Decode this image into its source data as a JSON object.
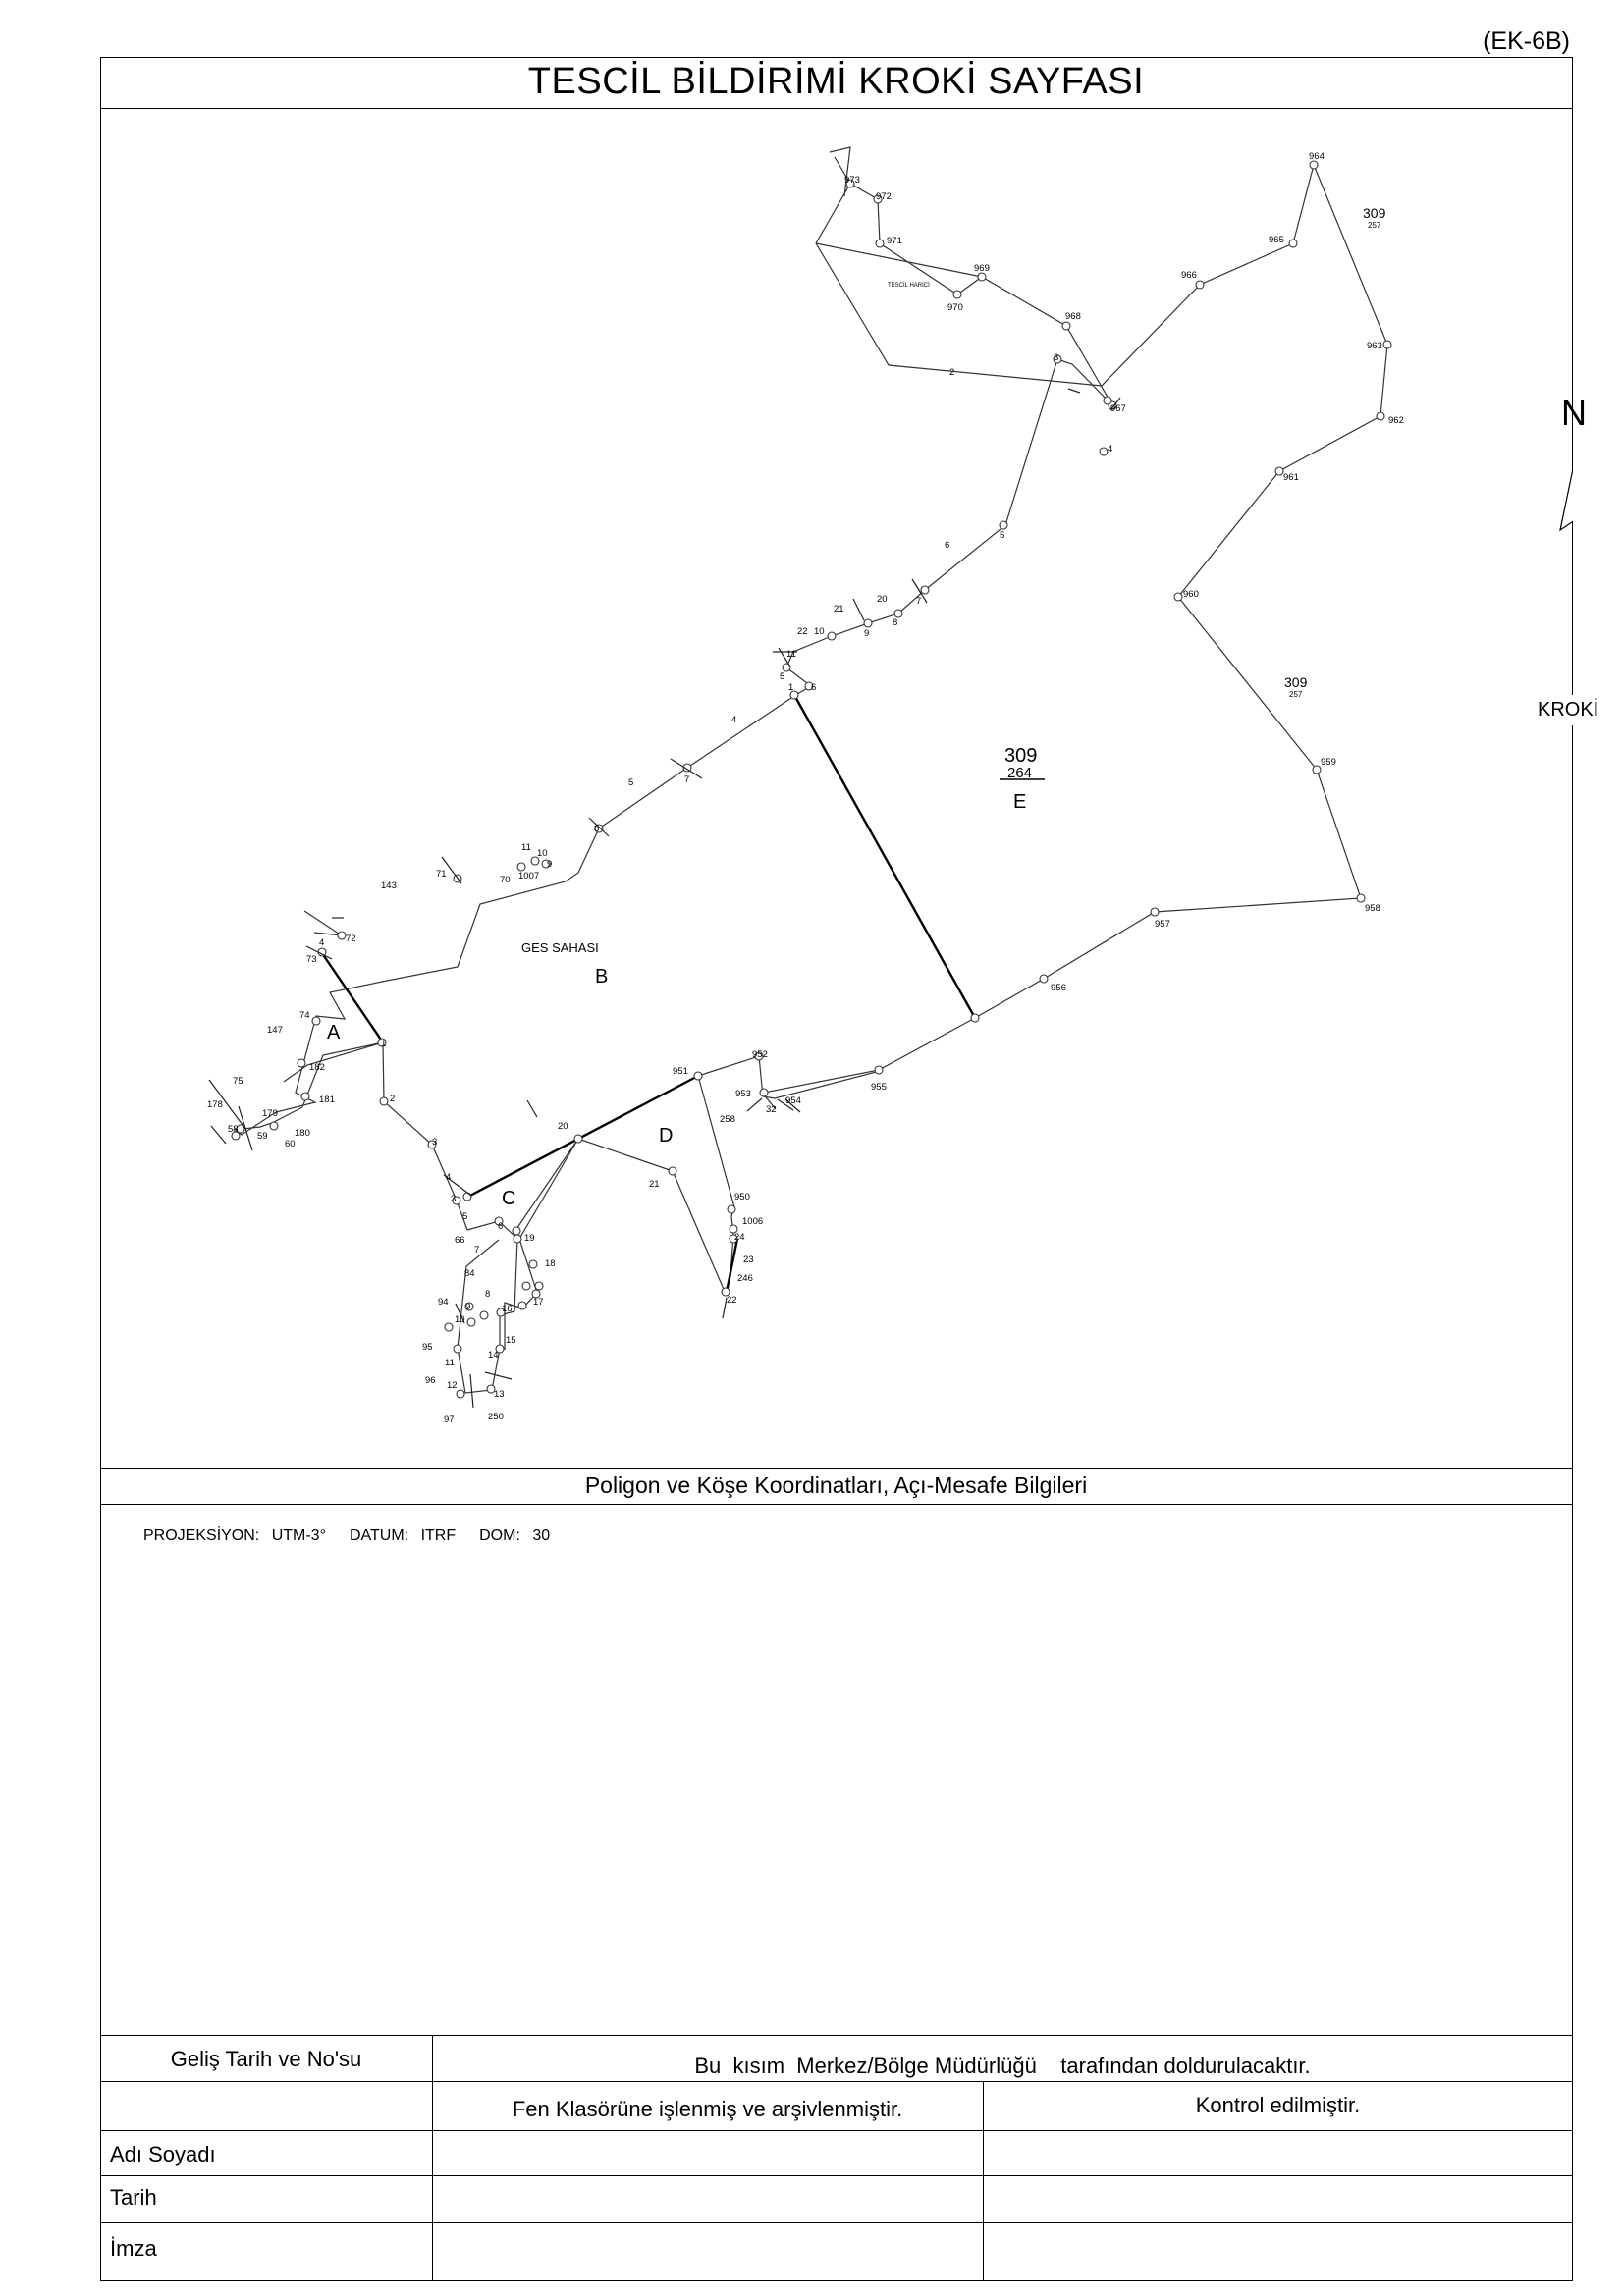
{
  "header": {
    "ek_label": "(EK-6B)",
    "title": "TESCİL BİLDİRİMİ KROKİ SAYFASI"
  },
  "map": {
    "north_label": "N",
    "kroki_label": "KROKİ",
    "area_labels": {
      "A": "A",
      "B": "B",
      "C": "C",
      "D": "D",
      "E": "E",
      "ges": "GES SAHASI",
      "tescil_harici": "TESCİL HARİCİ"
    },
    "parcel_numbers": {
      "main_top": "309",
      "main_bottom": "264",
      "p1_top": "309",
      "p1_bottom": "257",
      "p2_top": "309",
      "p2_bottom": "257"
    },
    "side_numbers": [
      "143",
      "147",
      "178",
      "258",
      "246",
      "250",
      "84",
      "94",
      "95",
      "96",
      "97",
      "66",
      "58",
      "59",
      "60"
    ],
    "point_labels": [
      "964",
      "963",
      "962",
      "961",
      "960",
      "959",
      "958",
      "957",
      "956",
      "955",
      "954",
      "953",
      "952",
      "951",
      "950",
      "973",
      "972",
      "971",
      "970",
      "969",
      "968",
      "967",
      "966",
      "965",
      "1",
      "2",
      "3",
      "4",
      "5",
      "6",
      "7",
      "8",
      "9",
      "10",
      "11",
      "12",
      "13",
      "14",
      "15",
      "16",
      "17",
      "18",
      "19",
      "20",
      "21",
      "22",
      "23",
      "24",
      "32",
      "70",
      "71",
      "72",
      "73",
      "74",
      "75",
      "179",
      "180",
      "181",
      "182",
      "1006",
      "1007"
    ]
  },
  "coords_section": {
    "heading": "Poligon ve Köşe Koordinatları, Açı-Mesafe Bilgileri",
    "projeksiyon": "PROJEKSİYON: UTM-3°",
    "datum": "DATUM: ITRF",
    "dom": "DOM: 30"
  },
  "footer": {
    "gelis_label": "Geliş Tarih ve No'su",
    "doldurulacak": "Bu  kısım  Merkez/Bölge Müdürlüğü    tarafından doldurulacaktır.",
    "fen_klasor": "Fen Klasörüne işlenmiş ve arşivlenmiştir.",
    "kontrol": "Kontrol edilmiştir.",
    "adi_soyadi": "Adı Soyadı",
    "tarih": "Tarih",
    "imza": "İmza"
  }
}
